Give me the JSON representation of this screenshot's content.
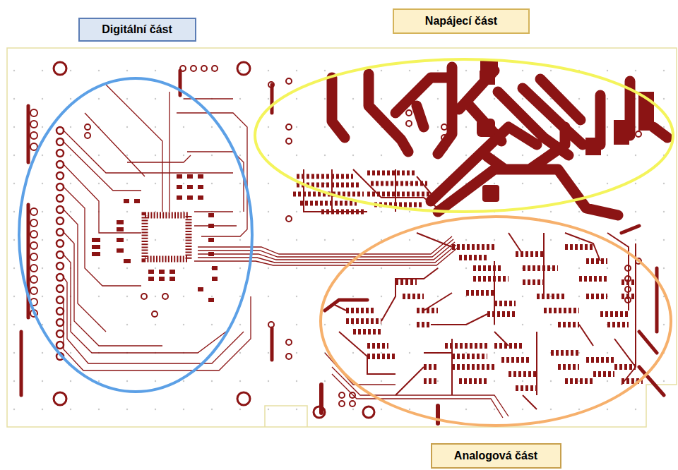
{
  "diagram": {
    "nodes": [
      {
        "text": [
          "Digitální část"
        ]
      },
      {
        "text": [
          "Napájecí část"
        ]
      },
      {
        "text": [
          "Analogová část"
        ]
      }
    ]
  }
}
